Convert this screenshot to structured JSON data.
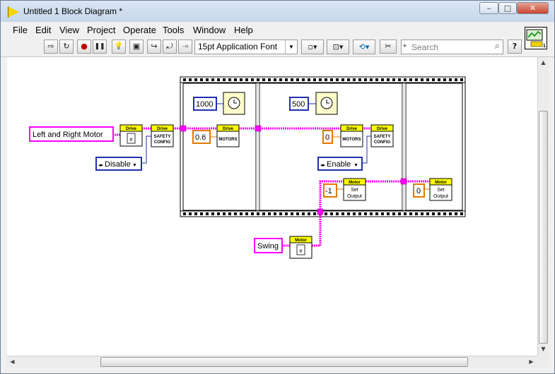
{
  "window": {
    "title": "Untitled 1 Block Diagram *",
    "minimize": "–",
    "restore": "□",
    "close": "✕"
  },
  "menu": {
    "items": [
      "File",
      "Edit",
      "View",
      "Project",
      "Operate",
      "Tools",
      "Window",
      "Help"
    ]
  },
  "toolbar": {
    "run": "⇨",
    "run_continuous": "↻",
    "abort": "●",
    "pause": "❚❚",
    "highlight": "💡",
    "retain": "▣",
    "step_into": "↪",
    "step_over": "⤾",
    "step_out": "⇥",
    "font": "15pt Application Font",
    "align": "▫▾",
    "distribute": "⊡▾",
    "reorder": "⟲▾",
    "cleanup": "✂",
    "search_placeholder": "Search",
    "help": "?"
  },
  "vi_icon": {
    "number": "1"
  },
  "diagram": {
    "constants": {
      "left_right_motor": "Left and Right Motor",
      "disable": "Disable",
      "enable": "Enable",
      "swing": "Swing",
      "wait_1": "1000",
      "wait_2": "500",
      "speed": "0.6",
      "zero_a": "0",
      "neg_one": "-1",
      "zero_b": "0"
    },
    "subvis": {
      "drive_header": "Drive",
      "motor_header": "Motor",
      "safety_line1": "SAFETY",
      "safety_line2": "CONFIG",
      "motors": "MOTORS",
      "set_line1": "Set",
      "set_line2": "Output"
    }
  },
  "colors": {
    "cluster_wire": "#ff00ff",
    "enum_blue": "#1f2fb0",
    "numeric_orange": "#e07a00",
    "subvi_header": "#ffff00",
    "sequence_frame": "#000000"
  }
}
